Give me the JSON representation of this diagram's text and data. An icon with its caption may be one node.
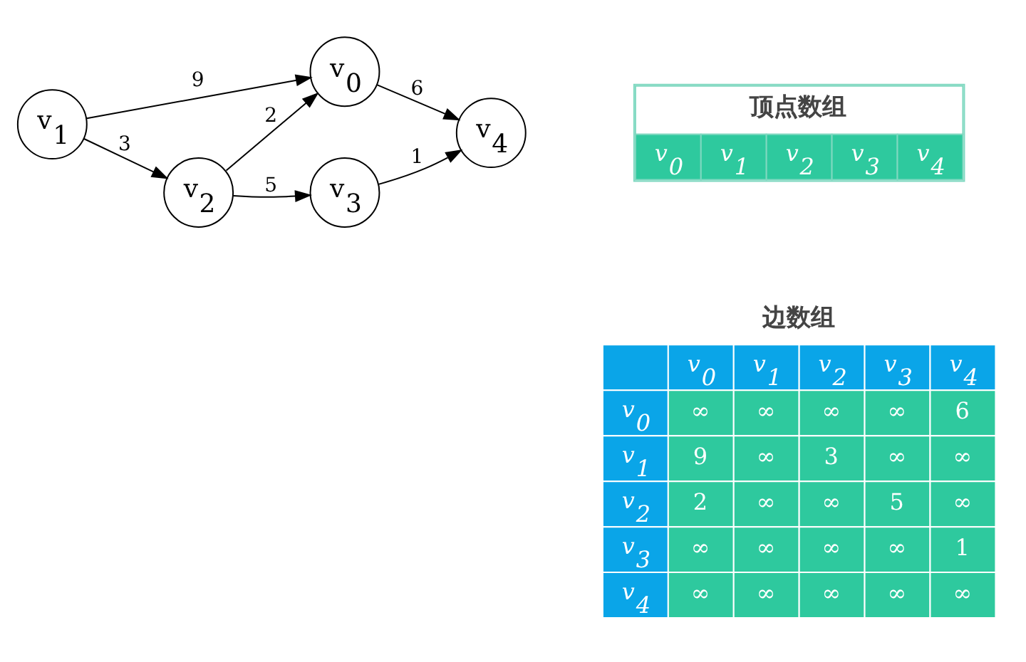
{
  "diagram": {
    "nodes": [
      {
        "text": [
          "v$_{0}$"
        ]
      },
      {
        "text": [
          "v$_{1}$"
        ]
      },
      {
        "text": [
          "v$_{2}$"
        ]
      },
      {
        "text": [
          "v$_{3}$"
        ]
      },
      {
        "text": [
          "v$_{4}$"
        ]
      }
    ],
    "edges": [
      {
        "from": 1,
        "to": 0,
        "arrow": "to",
        "label": "9"
      },
      {
        "from": 0,
        "to": 4,
        "arrow": "to",
        "label": "6"
      },
      {
        "from": 1,
        "to": 2,
        "arrow": "to",
        "label": "3"
      },
      {
        "from": 2,
        "to": 0,
        "arrow": "to",
        "label": "2"
      },
      {
        "from": 2,
        "to": 3,
        "arrow": "to",
        "label": "5"
      },
      {
        "from": 3,
        "to": 4,
        "arrow": "to",
        "label": "1"
      }
    ],
    "labels": [
      "顶点数组",
      "v$_{0}$",
      "v$_{1}$",
      "v$_{2}$",
      "v$_{3}$",
      "v$_{4}$",
      "边数组",
      "v$_{0}$",
      "v$_{1}$",
      "v$_{2}$",
      "v$_{3}$",
      "v$_{4}$",
      "v$_{0}$",
      "∞",
      "∞",
      "∞",
      "∞",
      "6",
      "v$_{1}$",
      "9",
      "∞",
      "3",
      "∞",
      "∞",
      "v$_{2}$",
      "2",
      "∞",
      "∞",
      "5",
      "∞",
      "v$_{3}$",
      "∞",
      "∞",
      "∞",
      "∞",
      "1",
      "v$_{4}$",
      "∞",
      "∞",
      "∞",
      "∞",
      "∞"
    ]
  }
}
